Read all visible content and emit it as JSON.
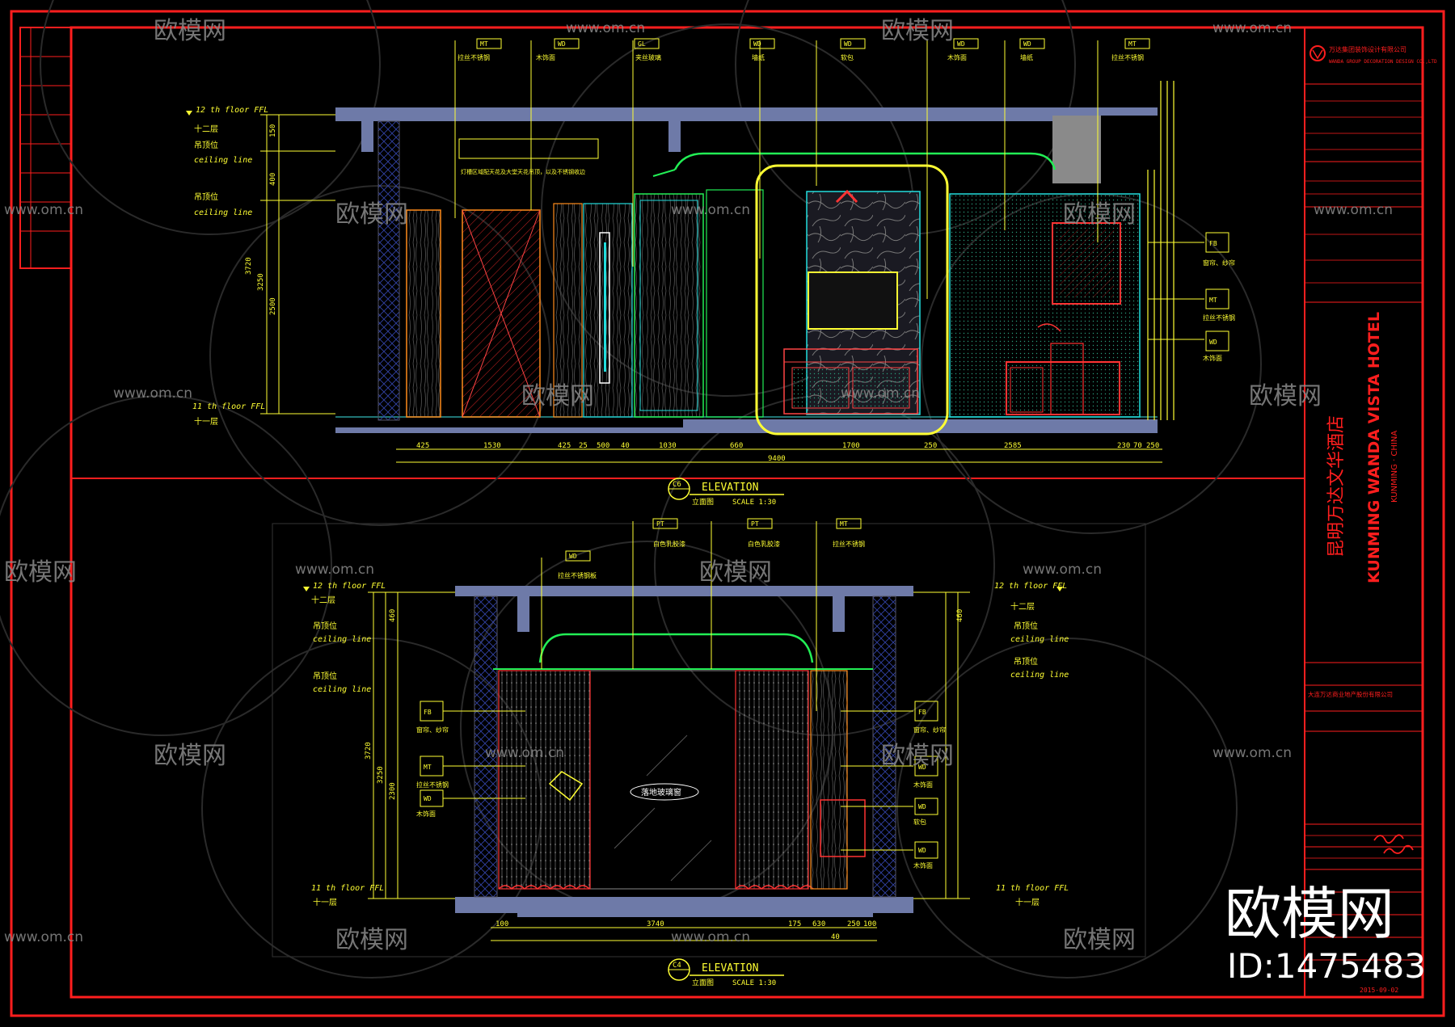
{
  "colors": {
    "background": "#000000",
    "frame": "#ff1e1e",
    "yellow": "#ffff33",
    "green": "#22ee55",
    "cyan": "#22dddd",
    "white": "#ffffff",
    "slab": "#6e7aa8",
    "orange": "#ff8c1a",
    "watermark": "#8a8a8a"
  },
  "watermark": {
    "brand": "欧模网",
    "site": "www.om.cn",
    "big_brand": "欧模网",
    "id_text": "ID:1475483"
  },
  "title_block": {
    "project_cn": "昆明万达文华酒店",
    "project_en": "KUNMING WANDA VISTA HOTEL",
    "location": "KUNMING · CHINA",
    "company": "万达集团装饰设计有限公司",
    "owner": "大连万达商业地产股份有限公司",
    "date": "2015-09-02"
  },
  "elevations": [
    {
      "code": "C6",
      "title": "ELEVATION",
      "subtitle_cn": "立面图",
      "scale": "SCALE 1:30",
      "overall_dim": "9400",
      "dims": [
        "425",
        "1530",
        "425",
        "25",
        "500",
        "40",
        "1030",
        "660",
        "1700",
        "250",
        "2585",
        "230",
        "70",
        "250"
      ],
      "levels": [
        "12 th floor FFL",
        "十二层",
        "吊顶位",
        "ceiling line",
        "吊顶位",
        "ceiling line",
        "11 th floor FFL",
        "十一层"
      ],
      "vdims": [
        "3720",
        "3250",
        "2500",
        "400",
        "150"
      ],
      "tags": [
        {
          "code": "MT",
          "text": "拉丝不锈钢"
        },
        {
          "code": "WD",
          "text": "木饰面"
        },
        {
          "code": "GL",
          "text": "夹丝玻璃"
        },
        {
          "code": "WD",
          "text": "墙纸"
        },
        {
          "code": "WD",
          "text": "软包"
        },
        {
          "code": "WD",
          "text": "木饰面"
        },
        {
          "code": "WD",
          "text": "墙纸"
        },
        {
          "code": "MT",
          "text": "拉丝不锈钢"
        }
      ],
      "side_tags": [
        {
          "code": "FB",
          "text": "窗帘、纱帘"
        },
        {
          "code": "MT",
          "text": "拉丝不锈钢"
        },
        {
          "code": "WD",
          "text": "木饰面"
        }
      ],
      "note": "灯槽区域配天花及大堂天花吊顶，以及不锈钢收边"
    },
    {
      "code": "C4",
      "title": "ELEVATION",
      "subtitle_cn": "立面图",
      "scale": "SCALE 1:30",
      "overall_dim": "3740",
      "dims": [
        "100",
        "3740",
        "175",
        "630",
        "40",
        "250",
        "100"
      ],
      "center_label": "落地玻璃窗",
      "levels": [
        "12 th floor FFL",
        "十二层",
        "吊顶位",
        "ceiling line",
        "吊顶位",
        "ceiling line",
        "11 th floor FFL",
        "十一层"
      ],
      "vdims": [
        "3720",
        "3250",
        "2300",
        "460",
        "460"
      ],
      "tags": [
        {
          "code": "WD",
          "text": "拉丝不锈钢板"
        },
        {
          "code": "PT",
          "text": "白色乳胶漆"
        },
        {
          "code": "PT",
          "text": "白色乳胶漆"
        },
        {
          "code": "MT",
          "text": "拉丝不锈钢"
        }
      ],
      "left_tags": [
        {
          "code": "FB",
          "text": "窗帘、纱帘"
        },
        {
          "code": "MT",
          "text": "拉丝不锈钢"
        },
        {
          "code": "WD",
          "text": "木饰面"
        }
      ],
      "right_tags": [
        {
          "code": "FB",
          "text": "窗帘、纱帘"
        },
        {
          "code": "WD",
          "text": "木饰面"
        },
        {
          "code": "WD",
          "text": "软包"
        },
        {
          "code": "WD",
          "text": "木饰面"
        }
      ]
    }
  ]
}
